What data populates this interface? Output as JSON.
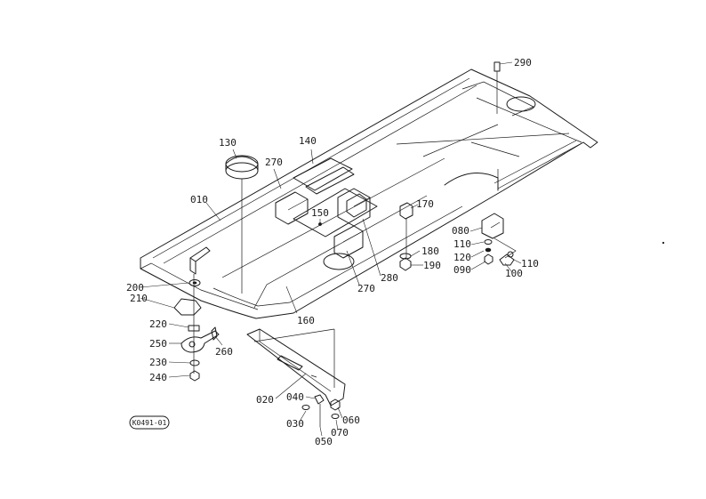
{
  "diagram": {
    "callouts": {
      "c290": "290",
      "c130": "130",
      "c140": "140",
      "c270a": "270",
      "c010": "010",
      "c150": "150",
      "c170": "170",
      "c080": "080",
      "c110a": "110",
      "c120": "120",
      "c090": "090",
      "c110b": "110",
      "c100": "100",
      "c180": "180",
      "c190": "190",
      "c280": "280",
      "c270b": "270",
      "c200": "200",
      "c210": "210",
      "c160": "160",
      "c220": "220",
      "c250": "250",
      "c260": "260",
      "c230": "230",
      "c240": "240",
      "c020": "020",
      "c040": "040",
      "c030": "030",
      "c060": "060",
      "c070": "070",
      "c050": "050"
    },
    "drawing_code": "K0491-01",
    "colors": {
      "ink": "#1a1a1a",
      "paper": "#ffffff"
    }
  }
}
